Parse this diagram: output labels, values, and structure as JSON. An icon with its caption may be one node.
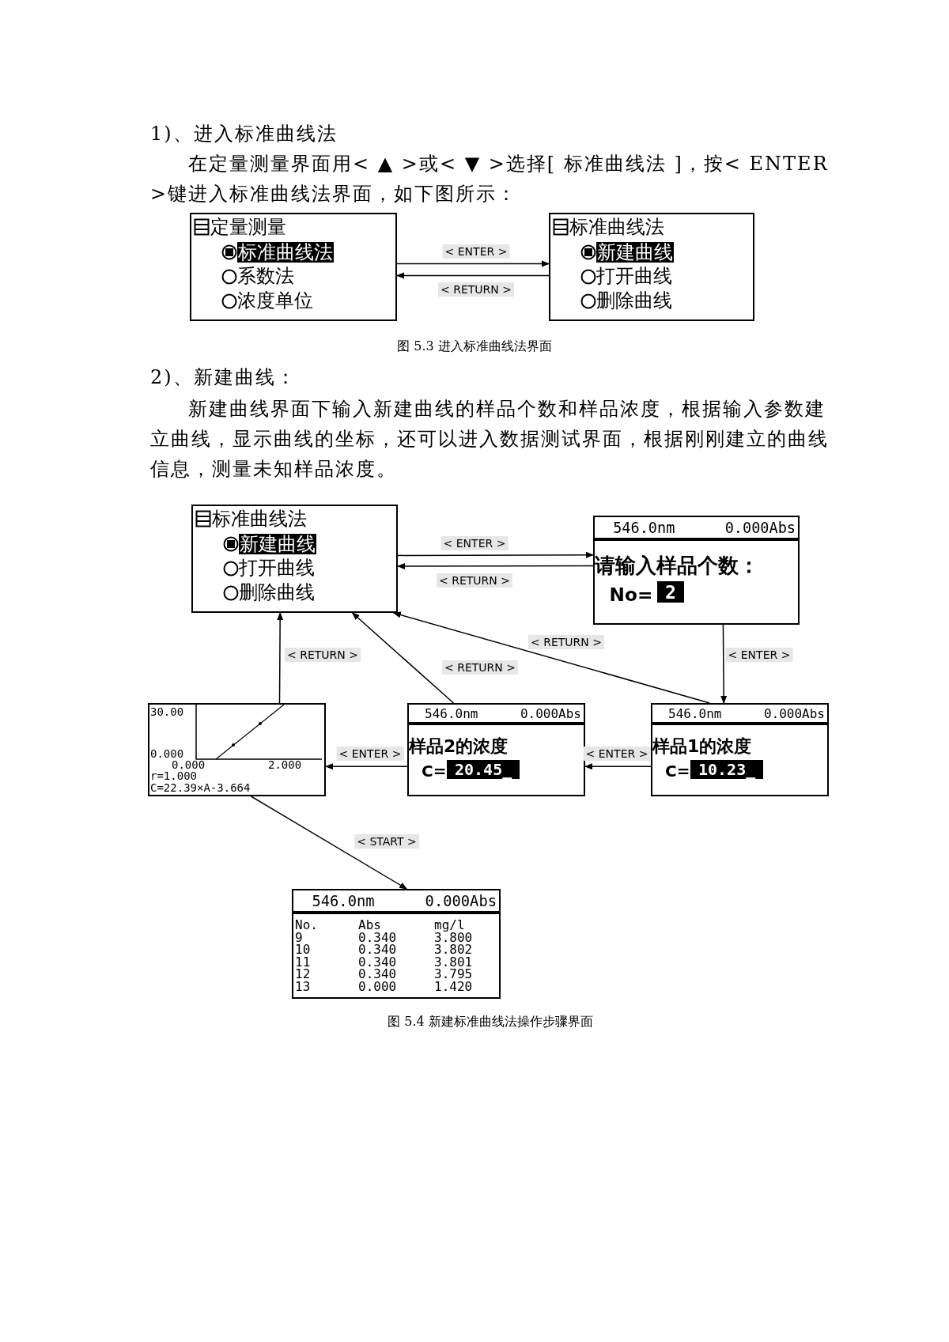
{
  "diagram": {
    "nodes": [
      {
        "text": [
          "定量测量",
          "标准曲线法",
          "系数法",
          "浓度单位"
        ]
      },
      {
        "text": [
          "标准曲线法",
          "新建曲线",
          "打开曲线",
          "删除曲线"
        ]
      },
      {
        "text": [
          "标准曲线法",
          "新建曲线",
          "打开曲线",
          "删除曲线"
        ]
      },
      {
        "text": [
          "546.0nm",
          "0.000Abs",
          "请输入样品个数：",
          "No=",
          "2"
        ]
      },
      {
        "text": [
          "30.00",
          "0.000",
          "0.000",
          "2.000",
          "r=1.000",
          "C=22.39×A-3.664"
        ]
      },
      {
        "text": [
          "546.0nm",
          "0.000Abs",
          "样品2的浓度",
          "C=",
          "20.45_"
        ]
      },
      {
        "text": [
          "546.0nm",
          "0.000Abs",
          "样品1的浓度",
          "C=",
          "10.23_"
        ]
      },
      {
        "text": [
          "546.0nm",
          "0.000Abs",
          "No.",
          "Abs",
          "mg/l",
          "9",
          "0.340",
          "3.800",
          "10",
          "0.340",
          "3.802",
          "11",
          "0.340",
          "3.801",
          "12",
          "0.340",
          "3.795",
          "13",
          "0.000",
          "1.420"
        ]
      }
    ],
    "edges": [
      {
        "from": 0,
        "to": 1,
        "arrow": "to",
        "label": "< ENTER >"
      },
      {
        "from": 1,
        "to": 0,
        "arrow": "to",
        "label": "< RETURN >"
      },
      {
        "from": 2,
        "to": 3,
        "arrow": "to",
        "label": "< ENTER >"
      },
      {
        "from": 3,
        "to": 2,
        "arrow": "to",
        "label": "< RETURN >"
      },
      {
        "from": 3,
        "to": 6,
        "arrow": "to",
        "label": "< ENTER >"
      },
      {
        "from": 6,
        "to": 5,
        "arrow": "to",
        "label": "< ENTER >"
      },
      {
        "from": 5,
        "to": 4,
        "arrow": "to",
        "label": "< ENTER >"
      },
      {
        "from": 4,
        "to": 2,
        "arrow": "to",
        "label": "< RETURN >"
      },
      {
        "from": 5,
        "to": 2,
        "arrow": "to",
        "label": "< RETURN >"
      },
      {
        "from": 6,
        "to": 2,
        "arrow": "to",
        "label": "< RETURN >"
      },
      {
        "from": 4,
        "to": 7,
        "arrow": "to",
        "label": "< START >"
      }
    ],
    "labels": [
      "1)、进入标准曲线法",
      "在定量测量界面用< ▲ >或< ▼ >选择[ 标准曲线法 ]，按< ENTER >键进入标准曲线法界面，如下图所示：",
      "图 5.3 进入标准曲线法界面",
      "2)、新建曲线：",
      "新建曲线界面下输入新建曲线的样品个数和样品浓度，根据输入参数建立曲线，显示曲线的坐标，还可以进入数据测试界面，根据刚刚建立的曲线信息，测量未知样品浓度。",
      "图 5.4 新建标准曲线法操作步骤界面"
    ]
  }
}
